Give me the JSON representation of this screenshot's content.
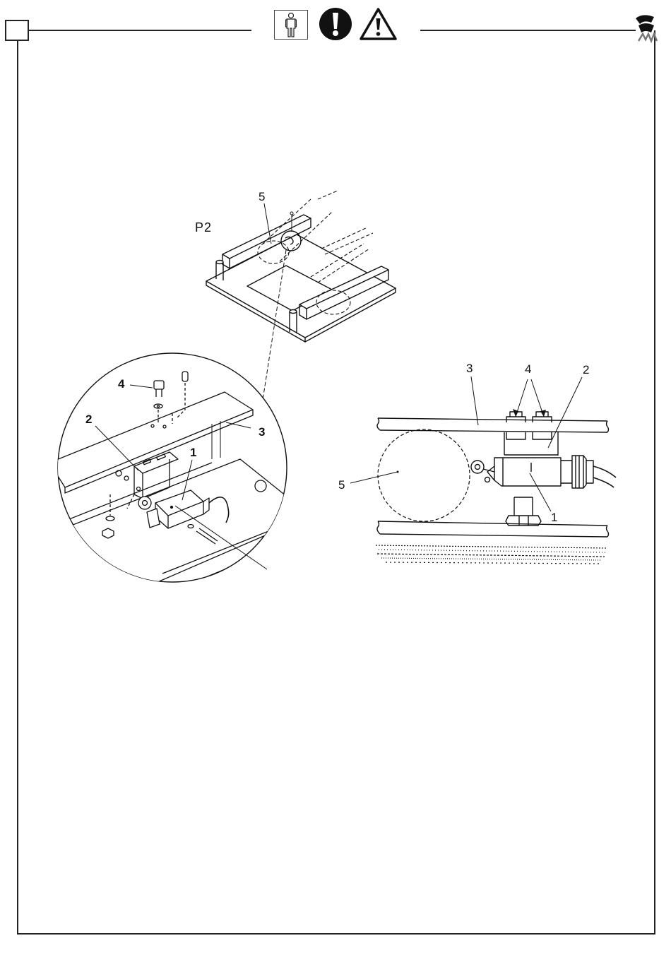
{
  "header": {
    "icons": [
      "person-icon",
      "mandatory-exclamation-icon",
      "warning-triangle-icon",
      "brand-logo-icon"
    ]
  },
  "figure": {
    "title": "P2",
    "left_detail_labels": {
      "l1": "1",
      "l2": "2",
      "l3": "3",
      "l4": "4",
      "l5": "5"
    },
    "right_detail_labels": {
      "l1": "1",
      "l2": "2",
      "l3": "3",
      "l4": "4",
      "l5": "5"
    }
  },
  "colors": {
    "ink": "#111111",
    "page": "#ffffff"
  }
}
